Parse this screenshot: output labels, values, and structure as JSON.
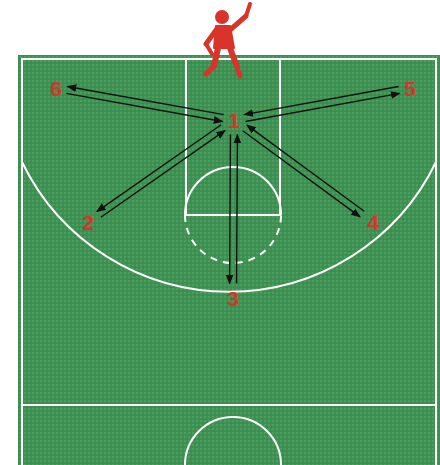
{
  "diagram": {
    "nodes": [
      {
        "text": [
          "6"
        ]
      },
      {
        "text": [
          "1"
        ]
      },
      {
        "text": [
          "5"
        ]
      },
      {
        "text": [
          "2"
        ]
      },
      {
        "text": [
          "4"
        ]
      },
      {
        "text": [
          "3"
        ]
      }
    ],
    "edges": [
      {
        "from": 1,
        "to": 0,
        "arrow": "to"
      },
      {
        "from": 0,
        "to": 1,
        "arrow": "to"
      },
      {
        "from": 1,
        "to": 2,
        "arrow": "to"
      },
      {
        "from": 2,
        "to": 1,
        "arrow": "to"
      },
      {
        "from": 1,
        "to": 3,
        "arrow": "to"
      },
      {
        "from": 3,
        "to": 1,
        "arrow": "to"
      },
      {
        "from": 1,
        "to": 4,
        "arrow": "to"
      },
      {
        "from": 4,
        "to": 1,
        "arrow": "to"
      },
      {
        "from": 1,
        "to": 5,
        "arrow": "to"
      },
      {
        "from": 5,
        "to": 1,
        "arrow": "to"
      }
    ]
  }
}
